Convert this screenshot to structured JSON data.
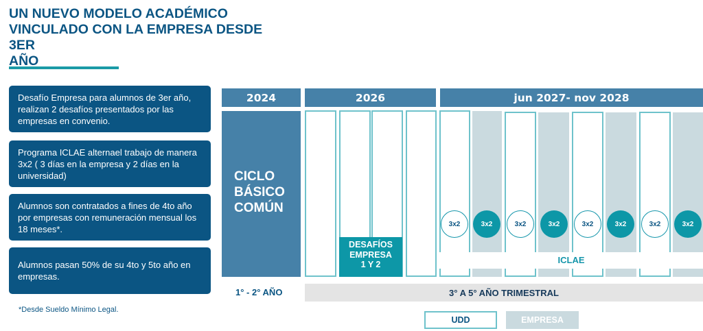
{
  "title": "UN NUEVO MODELO ACADÉMICO\nVINCULADO CON LA EMPRESA DESDE 3ER\nAÑO",
  "info_boxes": [
    "Desafío Empresa para alumnos de 3er año, realizan 2 desafíos presentados por las empresas en convenio.",
    "Programa ICLAE alternael trabajo de manera 3x2 ( 3 días en la empresa y 2 días en la universidad)",
    "Alumnos son contratados a fines de 4to año por empresas con remuneración mensual los 18 meses*.",
    "Alumnos pasan 50% de su 4to y 5to año en empresas."
  ],
  "footnote": "*Desde Sueldo Mínimo Legal.",
  "timeline": {
    "headers": [
      "2024",
      "2026",
      "jun 2027- nov 2028"
    ],
    "ciclo_basico": "CICLO\nBÁSICO\nCOMÚN",
    "desafios": "DESAFÍOS\nEMPRESA\n1 Y 2",
    "iclae_label": "ICLAE",
    "circle_label": "3x2",
    "year_label_1": "1° - 2° AÑO",
    "year_label_2": "3° A  5° AÑO TRIMESTRAL"
  },
  "legend": {
    "udd": "UDD",
    "empresa": "EMPRESA"
  },
  "colors": {
    "primary": "#0b5583",
    "header": "#4681a8",
    "teal": "#0d97a7",
    "udd_border": "#6ec2cb",
    "empresa": "#cadadf"
  }
}
